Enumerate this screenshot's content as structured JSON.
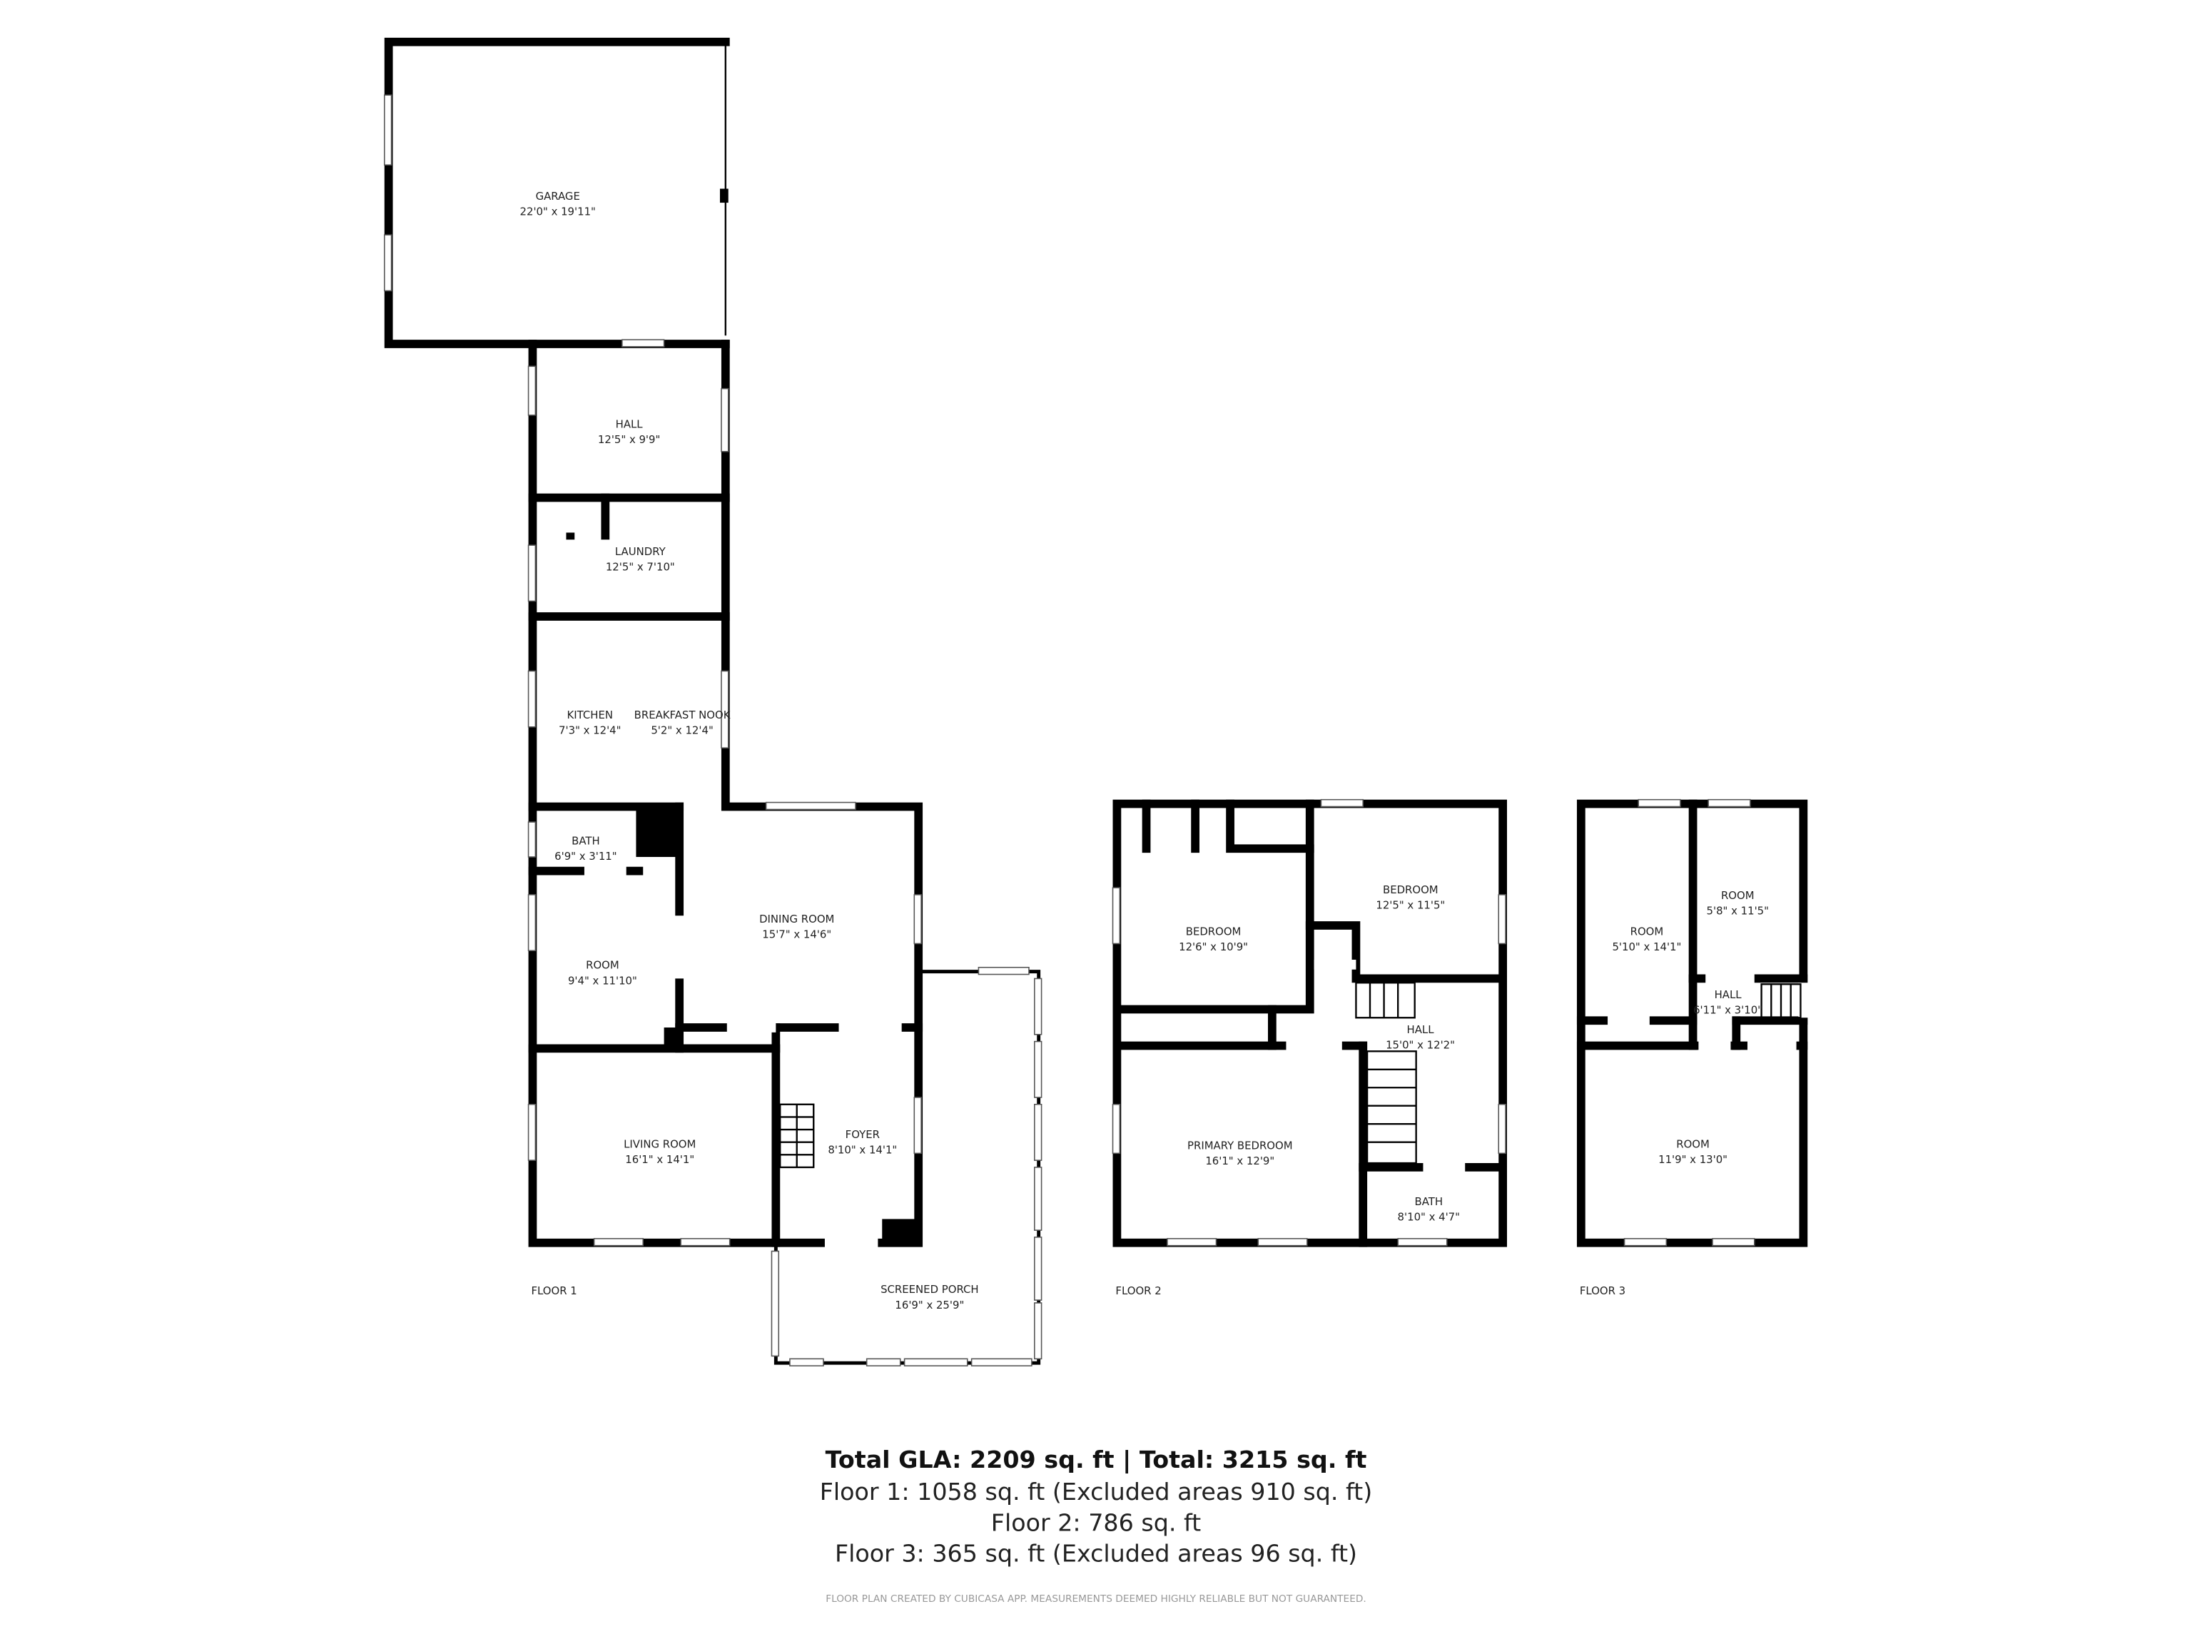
{
  "floors": [
    {
      "label": "FLOOR 1",
      "rooms": [
        {
          "name": "GARAGE",
          "size": "22'0\" x 19'11\""
        },
        {
          "name": "HALL",
          "size": "12'5\" x 9'9\""
        },
        {
          "name": "LAUNDRY",
          "size": "12'5\" x 7'10\""
        },
        {
          "name": "KITCHEN",
          "size": "7'3\" x 12'4\""
        },
        {
          "name": "BREAKFAST NOOK",
          "size": "5'2\" x 12'4\""
        },
        {
          "name": "BATH",
          "size": "6'9\" x 3'11\""
        },
        {
          "name": "DINING ROOM",
          "size": "15'7\" x 14'6\""
        },
        {
          "name": "ROOM",
          "size": "9'4\" x 11'10\""
        },
        {
          "name": "LIVING ROOM",
          "size": "16'1\" x 14'1\""
        },
        {
          "name": "FOYER",
          "size": "8'10\" x 14'1\""
        },
        {
          "name": "SCREENED PORCH",
          "size": "16'9\" x 25'9\""
        }
      ]
    },
    {
      "label": "FLOOR 2",
      "rooms": [
        {
          "name": "BEDROOM",
          "size": "12'6\" x 10'9\""
        },
        {
          "name": "BEDROOM",
          "size": "12'5\" x 11'5\""
        },
        {
          "name": "HALL",
          "size": "15'0\" x 12'2\""
        },
        {
          "name": "PRIMARY BEDROOM",
          "size": "16'1\" x 12'9\""
        },
        {
          "name": "BATH",
          "size": "8'10\" x 4'7\""
        }
      ]
    },
    {
      "label": "FLOOR 3",
      "rooms": [
        {
          "name": "ROOM",
          "size": "5'10\" x 14'1\""
        },
        {
          "name": "ROOM",
          "size": "5'8\" x 11'5\""
        },
        {
          "name": "HALL",
          "size": "6'11\" x 3'10\""
        },
        {
          "name": "ROOM",
          "size": "11'9\" x 13'0\""
        }
      ]
    }
  ],
  "summary": {
    "total": "Total GLA: 2209 sq. ft | Total: 3215 sq. ft",
    "floor1": "Floor 1: 1058 sq. ft (Excluded areas 910 sq. ft)",
    "floor2": "Floor 2: 786 sq. ft",
    "floor3": "Floor 3: 365 sq. ft (Excluded areas 96 sq. ft)"
  },
  "disclaimer": "FLOOR PLAN CREATED BY CUBICASA APP. MEASUREMENTS DEEMED HIGHLY RELIABLE BUT NOT GUARANTEED."
}
